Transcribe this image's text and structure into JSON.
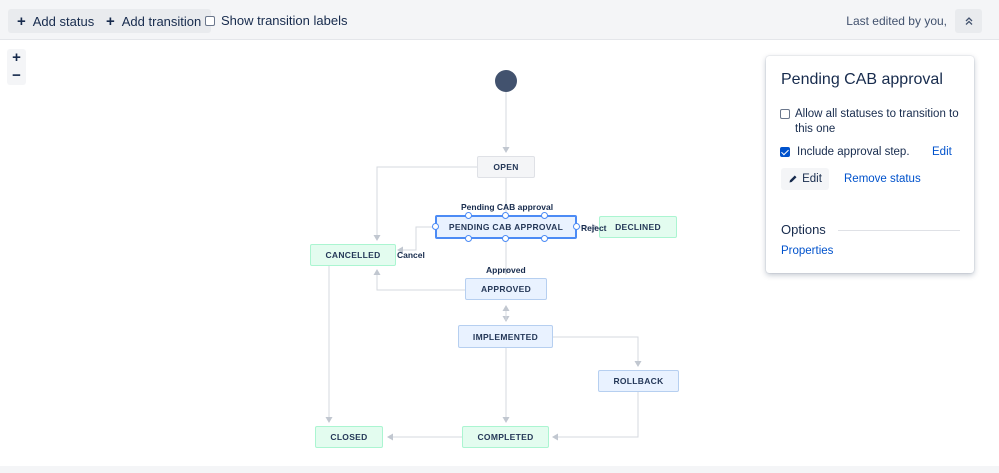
{
  "toolbar": {
    "add_status_label": "Add status",
    "add_transition_label": "Add transition",
    "show_labels_label": "Show transition labels",
    "last_edited": "Last edited by you,"
  },
  "zoom": {
    "in_label": "+",
    "out_label": "−"
  },
  "statuses": {
    "open": "OPEN",
    "pending": "PENDING CAB APPROVAL",
    "declined": "DECLINED",
    "cancelled": "CANCELLED",
    "approved": "APPROVED",
    "implemented": "IMPLEMENTED",
    "rollback": "ROLLBACK",
    "closed": "CLOSED",
    "completed": "COMPLETED"
  },
  "transitions": {
    "pending": "Pending CAB approval",
    "reject": "Reject",
    "cancel": "Cancel",
    "approved": "Approved"
  },
  "panel": {
    "title": "Pending CAB approval",
    "allow_all": "Allow all statuses to transition to this one",
    "include_approval": "Include approval step.",
    "include_edit": "Edit",
    "edit_button": "Edit",
    "remove_status": "Remove status",
    "options_title": "Options",
    "properties": "Properties"
  },
  "colors": {
    "accent": "#0052cc",
    "selected_border": "#4c8bf5",
    "start_node": "#42526e"
  }
}
